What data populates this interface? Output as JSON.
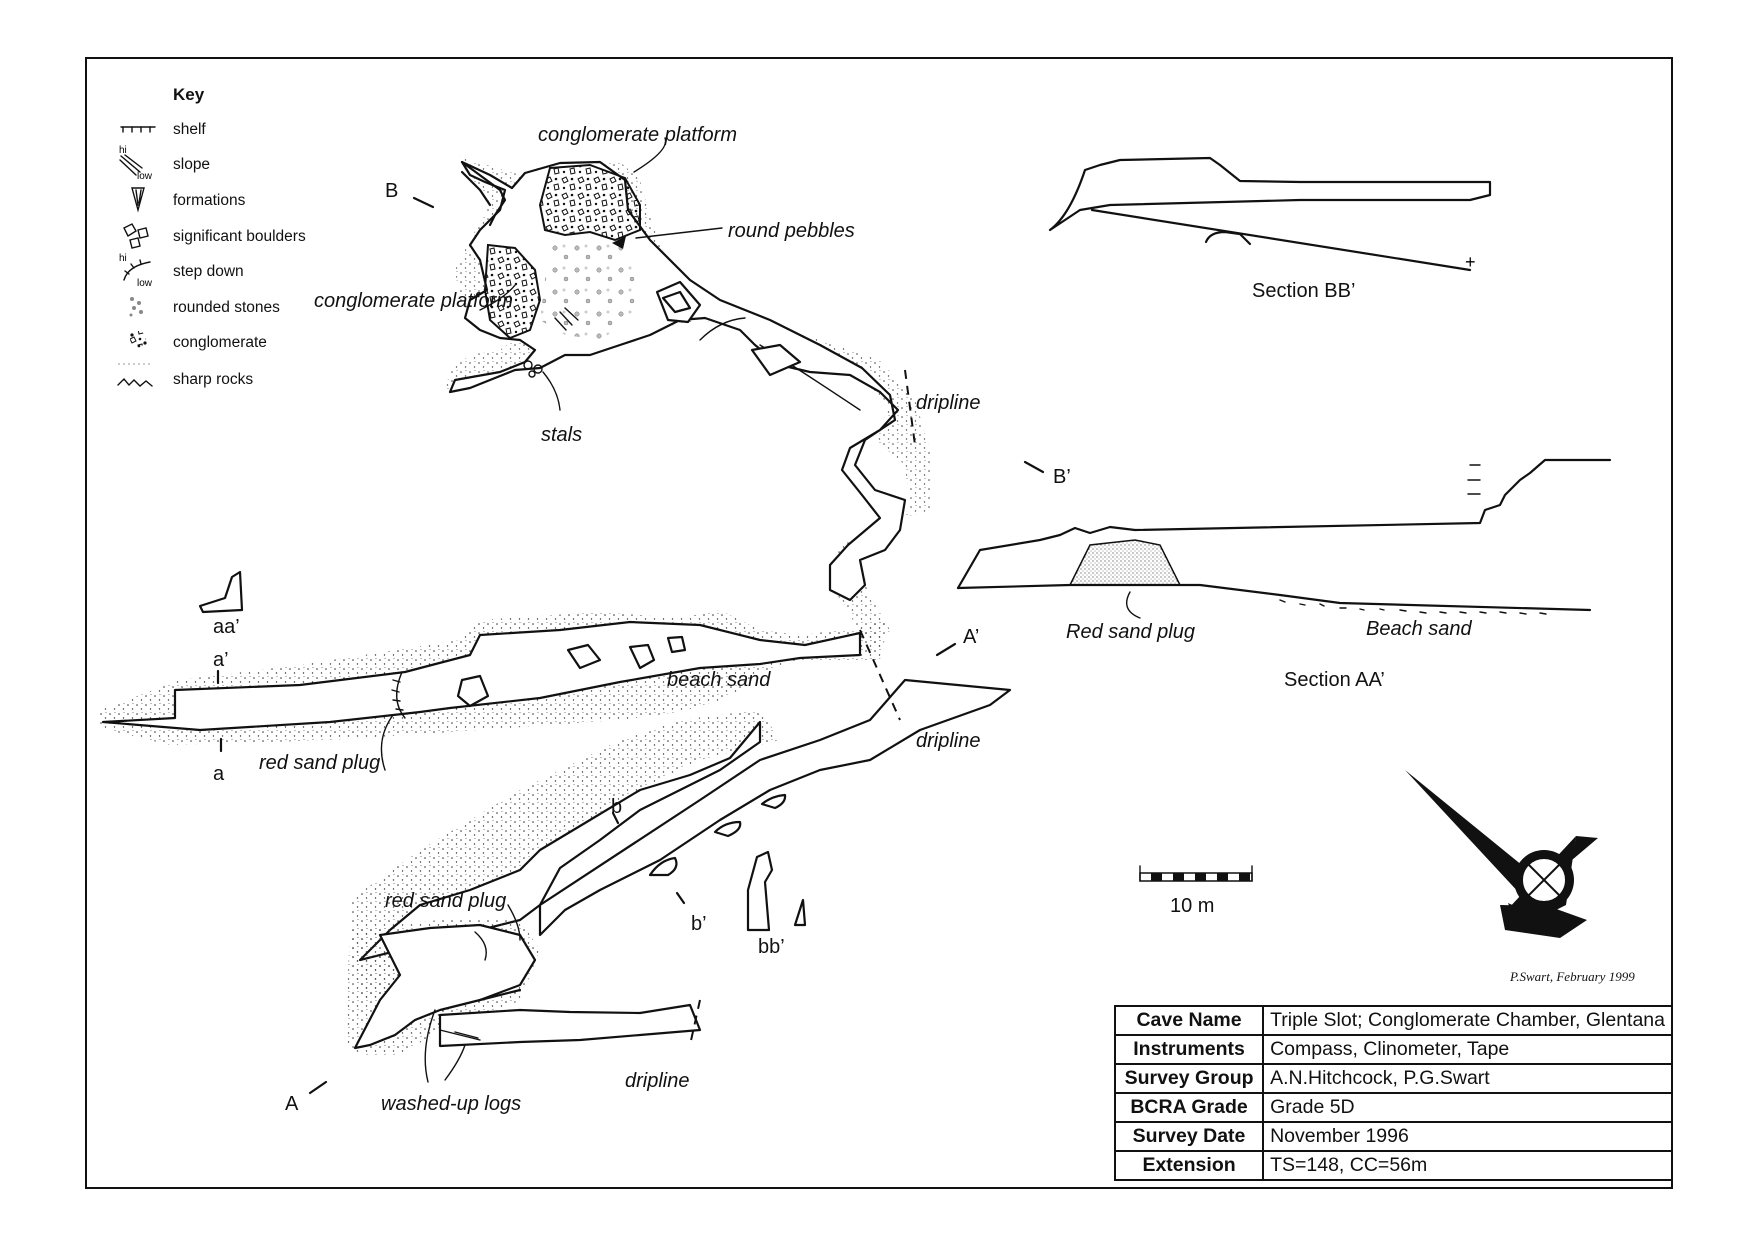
{
  "key": {
    "title": "Key",
    "items": [
      {
        "label": "shelf",
        "icon": "shelf-icon"
      },
      {
        "label": "slope",
        "icon": "slope-icon",
        "hi": "hi",
        "low": "low"
      },
      {
        "label": "formations",
        "icon": "formations-icon"
      },
      {
        "label": "significant boulders",
        "icon": "boulders-icon"
      },
      {
        "label": "step down",
        "icon": "step-down-icon",
        "hi": "hi",
        "low": "low"
      },
      {
        "label": "rounded stones",
        "icon": "rounded-stones-icon"
      },
      {
        "label": "conglomerate",
        "icon": "conglomerate-icon"
      },
      {
        "label": "sharp rocks",
        "icon": "sharp-rocks-icon"
      }
    ]
  },
  "map_labels": {
    "conglomerate_platform_top": "conglomerate platform",
    "conglomerate_platform_left": "conglomerate platform",
    "round_pebbles": "round pebbles",
    "stals": "stals",
    "dripline_1": "dripline",
    "dripline_2": "dripline",
    "dripline_3": "dripline",
    "beach_sand": "beach sand",
    "red_sand_plug_1": "red sand plug",
    "red_sand_plug_2": "red sand plug",
    "washed_up_logs": "washed-up logs"
  },
  "section_markers": {
    "B": "B",
    "B_prime": "B’",
    "A": "A",
    "A_prime": "A’",
    "a": "a",
    "a_prime": "a’",
    "aa_prime": "aa’",
    "b": "b",
    "b_prime": "b’",
    "bb_prime": "bb’"
  },
  "sections": {
    "bb": {
      "title": "Section BB’"
    },
    "aa": {
      "title": "Section AA’",
      "red_sand_plug": "Red sand plug",
      "beach_sand": "Beach sand"
    }
  },
  "scale_bar": {
    "label": "10 m"
  },
  "credit": "P.Swart, February 1999",
  "info_table": [
    {
      "key": "Cave Name",
      "value": "Triple Slot; Conglomerate Chamber, Glentana"
    },
    {
      "key": "Instruments",
      "value": "Compass, Clinometer, Tape"
    },
    {
      "key": "Survey Group",
      "value": "A.N.Hitchcock, P.G.Swart"
    },
    {
      "key": "BCRA Grade",
      "value": "Grade 5D"
    },
    {
      "key": "Survey Date",
      "value": "November 1996"
    },
    {
      "key": "Extension",
      "value": "TS=148, CC=56m"
    }
  ],
  "north_arrow": {
    "icon": "north-arrow-icon"
  }
}
